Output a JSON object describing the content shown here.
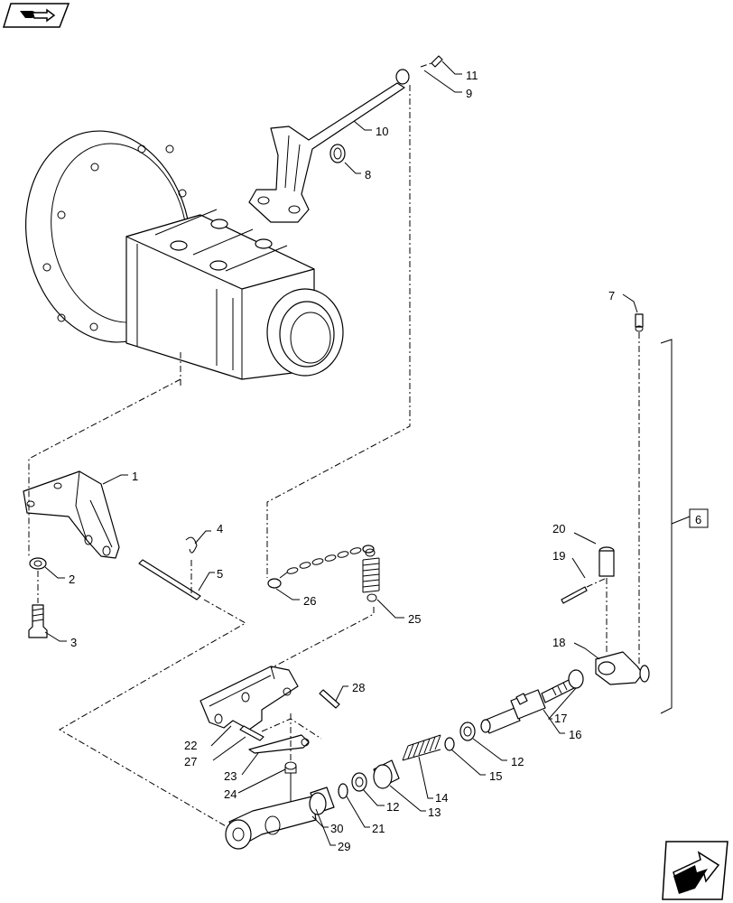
{
  "nav": {
    "top_left": "top-left-arrow-icon",
    "bottom_right": "bottom-right-arrow-icon"
  },
  "callouts": {
    "p1": "1",
    "p2": "2",
    "p3": "3",
    "p4": "4",
    "p5": "5",
    "p6": "6",
    "p7": "7",
    "p8": "8",
    "p9": "9",
    "p10": "10",
    "p11": "11",
    "p12a": "12",
    "p12b": "12",
    "p13": "13",
    "p14": "14",
    "p15": "15",
    "p16": "16",
    "p17": "17",
    "p18": "18",
    "p19": "19",
    "p20": "20",
    "p21": "21",
    "p22": "22",
    "p23": "23",
    "p24": "24",
    "p25": "25",
    "p26": "26",
    "p27": "27",
    "p28": "28",
    "p29": "29",
    "p30": "30"
  }
}
